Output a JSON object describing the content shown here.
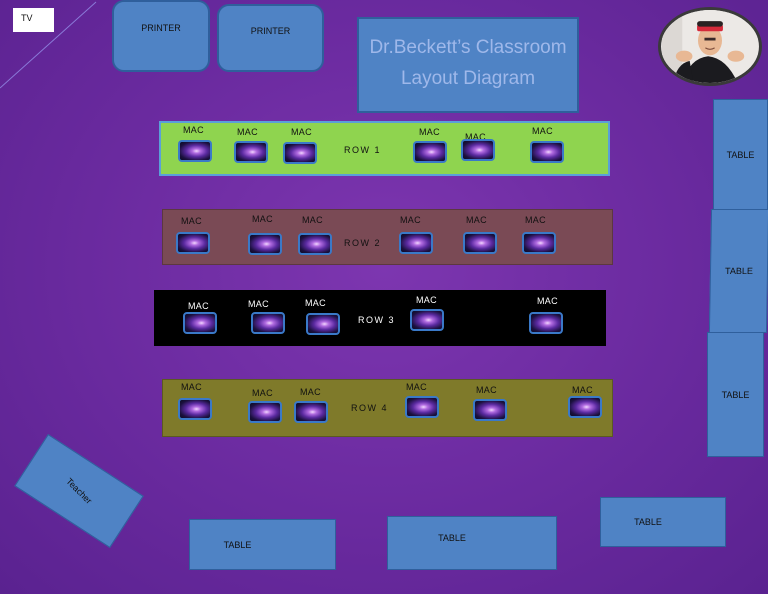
{
  "tv_label": "TV",
  "printers": [
    "PRINTER",
    "PRINTER"
  ],
  "title": "Dr.Beckett’s Classroom Layout Diagram",
  "title_line1": "Dr.Beckett’s Classroom",
  "title_line2": "Layout Diagram",
  "rows": [
    {
      "label": "ROW 1",
      "color": "#8fd44f",
      "macs": [
        "MAC",
        "MAC",
        "MAC",
        "MAC",
        "MAC",
        "MAC"
      ]
    },
    {
      "label": "ROW 2",
      "color": "#7a4a55",
      "macs": [
        "MAC",
        "MAC",
        "MAC",
        "MAC",
        "MAC",
        "MAC"
      ]
    },
    {
      "label": "ROW 3",
      "color": "#000000",
      "macs": [
        "MAC",
        "MAC",
        "MAC",
        "MAC",
        "MAC"
      ]
    },
    {
      "label": "ROW 4",
      "color": "#7f7a2a",
      "macs": [
        "MAC",
        "MAC",
        "MAC",
        "MAC",
        "MAC",
        "MAC"
      ]
    }
  ],
  "side_tables": [
    "TABLE",
    "TABLE",
    "TABLE"
  ],
  "bottom_tables": [
    "TABLE",
    "TABLE",
    "TABLE"
  ],
  "teacher_label": "Teacher",
  "mac_icon": "galaxy-wallpaper-screen",
  "colors": {
    "background": "#6a2a9f",
    "furniture": "#4f83c5",
    "title_text": "#9fb8ea"
  }
}
